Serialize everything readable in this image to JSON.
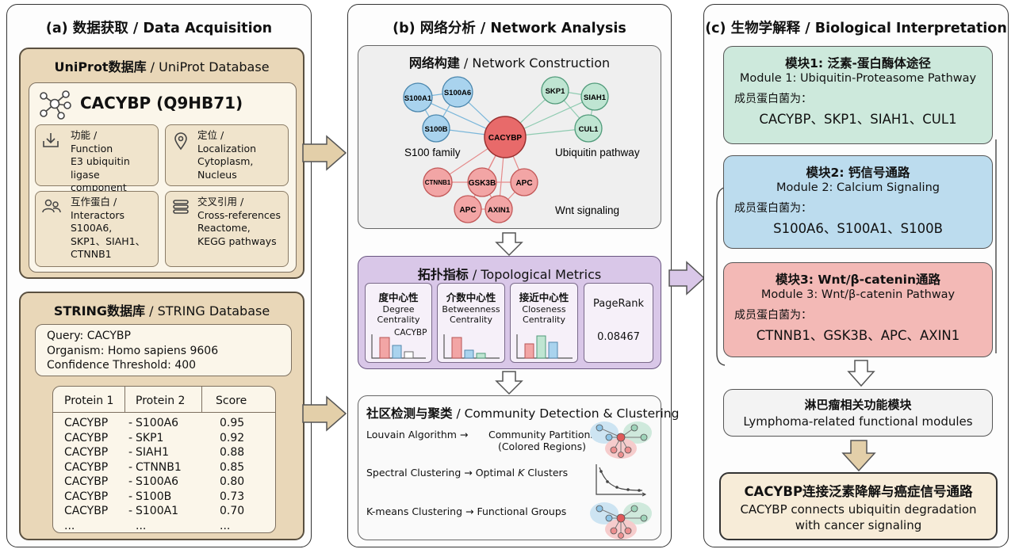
{
  "colA": {
    "title": "(a) 数据获取 / Data Acquisition",
    "uniprot": {
      "title_bold": "UniProt数据库",
      "title_rest": " / UniProt Database",
      "protein_title": "CACYBP (Q9HB71)",
      "cards": [
        {
          "title": "功能 /",
          "lines": [
            "Function",
            "E3 ubiquitin ligase",
            "component"
          ],
          "icon": "download-tray-icon"
        },
        {
          "title": "定位 /",
          "lines": [
            "Localization",
            "Cytoplasm,",
            "Nucleus"
          ],
          "icon": "location-pin-icon"
        },
        {
          "title": "互作蛋白 /",
          "lines": [
            "Interactors",
            "S100A6,",
            "SKP1、SIAH1、",
            "CTNNB1"
          ],
          "icon": "people-icon"
        },
        {
          "title": "交叉引用 /",
          "lines": [
            "Cross-references",
            "Reactome,",
            "KEGG pathways"
          ],
          "icon": "database-stack-icon"
        }
      ]
    },
    "string": {
      "title_bold": "STRING数据库",
      "title_rest": " / STRING Database",
      "query_lines": [
        "Query: CACYBP",
        "Organism: Homo sapiens 9606",
        "Confidence Threshold: 400"
      ],
      "table": {
        "headers": [
          "Protein 1",
          "Protein 2",
          "Score"
        ],
        "rows": [
          [
            "CACYBP",
            "-",
            "S100A6",
            "0.95"
          ],
          [
            "CACYBP",
            "-",
            "SKP1",
            "0.92"
          ],
          [
            "CACYBP",
            "-",
            "SIAH1",
            "0.88"
          ],
          [
            "CACYBP",
            "-",
            "CTNNB1",
            "0.85"
          ],
          [
            "CACYBP",
            "-",
            "S100A6",
            "0.80"
          ],
          [
            "CACYBP",
            "-",
            "S100B",
            "0.73"
          ],
          [
            "CACYBP",
            "-",
            "S100A1",
            "0.70"
          ],
          [
            "...",
            "",
            "...",
            "..."
          ]
        ]
      }
    }
  },
  "colB": {
    "title": "(b) 网络分析 / Network Analysis",
    "network": {
      "title_bold": "网络构建",
      "title_rest": " / Network Construction",
      "center": "CACYBP",
      "nodes_blue": [
        "S100A1",
        "S100A6",
        "S100B"
      ],
      "nodes_green": [
        "SKP1",
        "SIAH1",
        "CUL1"
      ],
      "nodes_red": [
        "CTNNB1",
        "GSK3B",
        "APC",
        "APC",
        "AXIN1"
      ],
      "labels": [
        "S100 family",
        "Ubiquitin pathway",
        "Wnt signaling"
      ]
    },
    "metrics": {
      "title_bold": "拓扑指标",
      "title_rest": " / Topological Metrics",
      "items": [
        {
          "cn": "度中心性",
          "en": [
            "Degree",
            "Centrality"
          ],
          "note": "CACYBP"
        },
        {
          "cn": "介数中心性",
          "en": [
            "Betweenness",
            "Centrality"
          ]
        },
        {
          "cn": "接近中心性",
          "en": [
            "Closeness",
            "Centrality"
          ]
        },
        {
          "cn": "PageRank",
          "value": "0.08467"
        }
      ]
    },
    "community": {
      "title_bold": "社区检测与聚类",
      "title_rest": " / Community Detection & Clustering",
      "methods": [
        {
          "left": "Louvain Algorithm →",
          "right": [
            "Community Partitions",
            "(Colored Regions)"
          ]
        },
        {
          "left": "Spectral Clustering → Optimal ",
          "k": "K",
          "right_rest": " Clusters"
        },
        {
          "left": "K-means Clustering → Functional Groups"
        }
      ]
    }
  },
  "colC": {
    "title": "(c) 生物学解释 / Biological Interpretation",
    "modules": [
      {
        "title": "模块1: 泛素-蛋白酶体途径",
        "en": "Module 1: Ubiquitin-Proteasome Pathway",
        "label": "成员蛋白菌为：",
        "members": "CACYBP、SKP1、SIAH1、CUL1",
        "color": "#cde9dc"
      },
      {
        "title": "模块2: 钙信号通路",
        "en": "Module 2: Calcium Signaling",
        "label": "成员蛋白菌为：",
        "members": "S100A6、S100A1、S100B",
        "color": "#bcdcee"
      },
      {
        "title": "模块3: Wnt/β-catenin通路",
        "en": "Module 3: Wnt/β-catenin Pathway",
        "label": "成员蛋白菌为：",
        "members": "CTNNB1、GSK3B、APC、AXIN1",
        "color": "#f3b9b6"
      }
    ],
    "lymphoma": {
      "cn": "淋巴瘤相关功能模块",
      "en": "Lymphoma-related functional modules"
    },
    "conclusion": {
      "cn": "CACYBP连接泛素降解与癌症信号通路",
      "en1": "CACYBP connects ubiquitin degradation",
      "en2": "with cancer signaling"
    }
  },
  "colors": {
    "tan": "#e9d7b8",
    "purple": "#d9c7e8",
    "blue_node": "#a9d3ee",
    "green_node": "#bfe5d2",
    "red_node": "#f2a5a5",
    "center_node": "#e86a6a"
  }
}
